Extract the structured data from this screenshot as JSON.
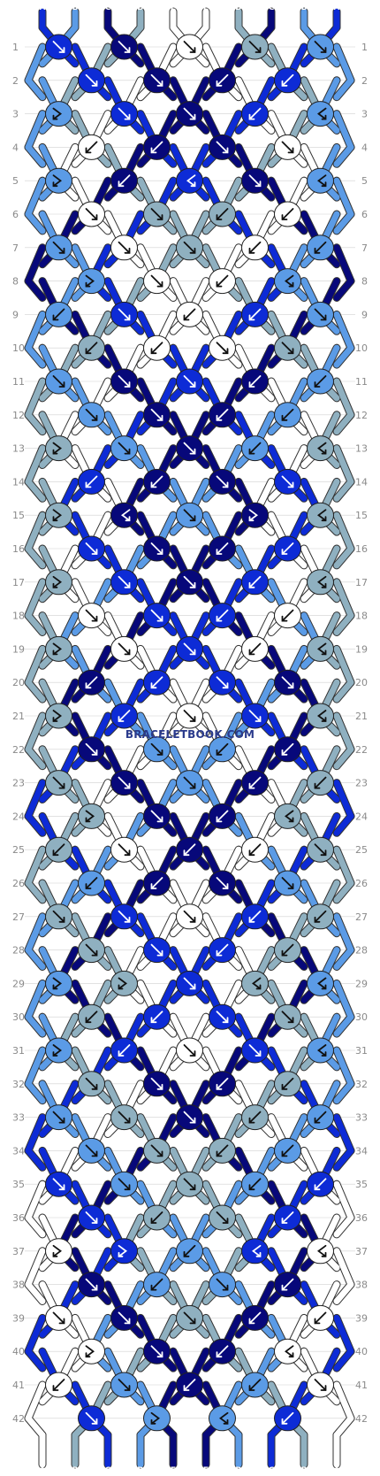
{
  "watermark": "BRACELETBOOK.COM",
  "strand_labels": [
    "A",
    "B",
    "C",
    "D",
    "E",
    "E",
    "D",
    "C",
    "B",
    "A"
  ],
  "row_numbers": [
    1,
    2,
    3,
    4,
    5,
    6,
    7,
    8,
    9,
    10,
    11,
    12,
    13,
    14,
    15,
    16,
    17,
    18,
    19,
    20,
    21,
    22,
    23,
    24,
    25,
    26,
    27,
    28,
    29,
    30,
    31,
    32,
    33,
    34,
    35,
    36,
    37,
    38,
    39,
    40,
    41,
    42
  ],
  "colors": {
    "A": "#0d2bd6",
    "B": "#5b9be6",
    "C": "#07087a",
    "D": "#8fb0c0",
    "E": "#ffffff",
    "outline": "#222222",
    "thread_outline": "#333333",
    "row_line": "#d0d0d0",
    "row_number": "#8a8a8a",
    "watermark": "#2a3a8c"
  },
  "initial_order": [
    "A",
    "B",
    "C",
    "D",
    "E",
    "E",
    "D",
    "C",
    "B",
    "A"
  ],
  "knot_rows": [
    [
      [
        "RR",
        "RR"
      ],
      [
        "RR",
        "RR"
      ],
      [
        "RR",
        "RR"
      ],
      [
        "RR",
        "RR"
      ],
      [
        "RR",
        "RR"
      ]
    ],
    [
      [
        "RR",
        "RR"
      ],
      [
        "RR",
        "RR"
      ],
      [
        "LL",
        "LL"
      ],
      [
        "LL",
        "LL"
      ]
    ],
    [
      [
        "RL",
        "RL"
      ],
      [
        "RR",
        "RR"
      ],
      [
        "RR",
        "RR"
      ],
      [
        "LL",
        "LL"
      ],
      [
        "LR",
        "LR"
      ]
    ],
    [
      [
        "LL",
        "LL"
      ],
      [
        "LL",
        "LL"
      ],
      [
        "RR",
        "RR"
      ],
      [
        "RR",
        "RR"
      ]
    ],
    [
      [
        "RL",
        "RL"
      ],
      [
        "LL",
        "LL"
      ],
      [
        "LR",
        "LR"
      ],
      [
        "RR",
        "RR"
      ],
      [
        "LR",
        "LR"
      ]
    ],
    [
      [
        "RR",
        "RR"
      ],
      [
        "RR",
        "RR"
      ],
      [
        "LL",
        "LL"
      ],
      [
        "LL",
        "LL"
      ]
    ],
    [
      [
        "RR",
        "RR"
      ],
      [
        "RR",
        "RR"
      ],
      [
        "RR",
        "RR"
      ],
      [
        "LL",
        "LL"
      ],
      [
        "LL",
        "LL"
      ]
    ],
    [
      [
        "RL",
        "RL"
      ],
      [
        "RR",
        "RR"
      ],
      [
        "LL",
        "LL"
      ],
      [
        "LR",
        "LR"
      ]
    ],
    [
      [
        "LL",
        "LL"
      ],
      [
        "RR",
        "RR"
      ],
      [
        "LL",
        "LL"
      ],
      [
        "LL",
        "LL"
      ],
      [
        "RR",
        "RR"
      ]
    ],
    [
      [
        "LL",
        "LL"
      ],
      [
        "LL",
        "LL"
      ],
      [
        "RR",
        "RR"
      ],
      [
        "RR",
        "RR"
      ]
    ],
    [
      [
        "RR",
        "RR"
      ],
      [
        "RR",
        "RR"
      ],
      [
        "RR",
        "RR"
      ],
      [
        "LL",
        "LL"
      ],
      [
        "LL",
        "LL"
      ]
    ],
    [
      [
        "RR",
        "RR"
      ],
      [
        "RR",
        "RR"
      ],
      [
        "LL",
        "LL"
      ],
      [
        "LL",
        "LL"
      ]
    ],
    [
      [
        "RL",
        "RL"
      ],
      [
        "RR",
        "RR"
      ],
      [
        "RR",
        "RR"
      ],
      [
        "LL",
        "LL"
      ],
      [
        "LR",
        "LR"
      ]
    ],
    [
      [
        "LL",
        "LL"
      ],
      [
        "LL",
        "LL"
      ],
      [
        "RR",
        "RR"
      ],
      [
        "RR",
        "RR"
      ]
    ],
    [
      [
        "RL",
        "RL"
      ],
      [
        "LR",
        "LR"
      ],
      [
        "RR",
        "RR"
      ],
      [
        "RL",
        "RL"
      ],
      [
        "LR",
        "LR"
      ]
    ],
    [
      [
        "RR",
        "RR"
      ],
      [
        "RR",
        "RR"
      ],
      [
        "LL",
        "LL"
      ],
      [
        "LL",
        "LL"
      ]
    ],
    [
      [
        "RL",
        "RL"
      ],
      [
        "RR",
        "RR"
      ],
      [
        "RR",
        "RR"
      ],
      [
        "LL",
        "LL"
      ],
      [
        "LR",
        "LR"
      ]
    ],
    [
      [
        "RR",
        "RR"
      ],
      [
        "RR",
        "RR"
      ],
      [
        "LL",
        "LL"
      ],
      [
        "LL",
        "LL"
      ]
    ],
    [
      [
        "RL",
        "RL"
      ],
      [
        "RR",
        "RR"
      ],
      [
        "RR",
        "RR"
      ],
      [
        "LL",
        "LL"
      ],
      [
        "LR",
        "LR"
      ]
    ],
    [
      [
        "LL",
        "LL"
      ],
      [
        "LL",
        "LL"
      ],
      [
        "RR",
        "RR"
      ],
      [
        "RR",
        "RR"
      ]
    ],
    [
      [
        "RL",
        "RL"
      ],
      [
        "LL",
        "LL"
      ],
      [
        "RR",
        "RR"
      ],
      [
        "RR",
        "RR"
      ],
      [
        "LR",
        "LR"
      ]
    ],
    [
      [
        "RR",
        "RR"
      ],
      [
        "RR",
        "RR"
      ],
      [
        "LL",
        "LL"
      ],
      [
        "LL",
        "LL"
      ]
    ],
    [
      [
        "RR",
        "RR"
      ],
      [
        "RR",
        "RR"
      ],
      [
        "RR",
        "RR"
      ],
      [
        "LL",
        "LL"
      ],
      [
        "LL",
        "LL"
      ]
    ],
    [
      [
        "RL",
        "RL"
      ],
      [
        "RR",
        "RR"
      ],
      [
        "LL",
        "LL"
      ],
      [
        "LR",
        "LR"
      ]
    ],
    [
      [
        "LL",
        "LL"
      ],
      [
        "RR",
        "RR"
      ],
      [
        "LL",
        "LL"
      ],
      [
        "LL",
        "LL"
      ],
      [
        "RR",
        "RR"
      ]
    ],
    [
      [
        "LL",
        "LL"
      ],
      [
        "LL",
        "LL"
      ],
      [
        "RR",
        "RR"
      ],
      [
        "RR",
        "RR"
      ]
    ],
    [
      [
        "RR",
        "RR"
      ],
      [
        "RR",
        "RR"
      ],
      [
        "RR",
        "RR"
      ],
      [
        "LL",
        "LL"
      ],
      [
        "LL",
        "LL"
      ]
    ],
    [
      [
        "RR",
        "RR"
      ],
      [
        "RR",
        "RR"
      ],
      [
        "LL",
        "LL"
      ],
      [
        "LL",
        "LL"
      ]
    ],
    [
      [
        "RL",
        "RL"
      ],
      [
        "RL",
        "RL"
      ],
      [
        "RR",
        "RR"
      ],
      [
        "LR",
        "LR"
      ],
      [
        "LR",
        "LR"
      ]
    ],
    [
      [
        "LL",
        "LL"
      ],
      [
        "LL",
        "LL"
      ],
      [
        "RR",
        "RR"
      ],
      [
        "RR",
        "RR"
      ]
    ],
    [
      [
        "RL",
        "RL"
      ],
      [
        "LL",
        "LL"
      ],
      [
        "RR",
        "RR"
      ],
      [
        "RR",
        "RR"
      ],
      [
        "LR",
        "LR"
      ]
    ],
    [
      [
        "RR",
        "RR"
      ],
      [
        "RR",
        "RR"
      ],
      [
        "LL",
        "LL"
      ],
      [
        "LL",
        "LL"
      ]
    ],
    [
      [
        "RR",
        "RR"
      ],
      [
        "RR",
        "RR"
      ],
      [
        "RR",
        "RR"
      ],
      [
        "LL",
        "LL"
      ],
      [
        "LL",
        "LL"
      ]
    ],
    [
      [
        "RR",
        "RR"
      ],
      [
        "RR",
        "RR"
      ],
      [
        "LL",
        "LL"
      ],
      [
        "LL",
        "LL"
      ]
    ],
    [
      [
        "RR",
        "RR"
      ],
      [
        "RR",
        "RR"
      ],
      [
        "RR",
        "RR"
      ],
      [
        "LL",
        "LL"
      ],
      [
        "LL",
        "LL"
      ]
    ],
    [
      [
        "RR",
        "RR"
      ],
      [
        "LL",
        "LL"
      ],
      [
        "RR",
        "RR"
      ],
      [
        "LL",
        "LL"
      ]
    ],
    [
      [
        "RL",
        "RL"
      ],
      [
        "RL",
        "RL"
      ],
      [
        "LL",
        "LL"
      ],
      [
        "LR",
        "LR"
      ],
      [
        "LR",
        "LR"
      ]
    ],
    [
      [
        "RR",
        "RR"
      ],
      [
        "LL",
        "LL"
      ],
      [
        "RR",
        "RR"
      ],
      [
        "LL",
        "LL"
      ]
    ],
    [
      [
        "RR",
        "RR"
      ],
      [
        "RR",
        "RR"
      ],
      [
        "RR",
        "RR"
      ],
      [
        "LL",
        "LL"
      ],
      [
        "LL",
        "LL"
      ]
    ],
    [
      [
        "RL",
        "RL"
      ],
      [
        "RR",
        "RR"
      ],
      [
        "LL",
        "LL"
      ],
      [
        "LR",
        "LR"
      ]
    ],
    [
      [
        "LL",
        "LL"
      ],
      [
        "RR",
        "RR"
      ],
      [
        "LL",
        "LL"
      ],
      [
        "LL",
        "LL"
      ],
      [
        "RR",
        "RR"
      ]
    ],
    [
      [
        "RR",
        "RR"
      ],
      [
        "RL",
        "RL"
      ],
      [
        "LR",
        "LR"
      ],
      [
        "LL",
        "LL"
      ]
    ]
  ]
}
